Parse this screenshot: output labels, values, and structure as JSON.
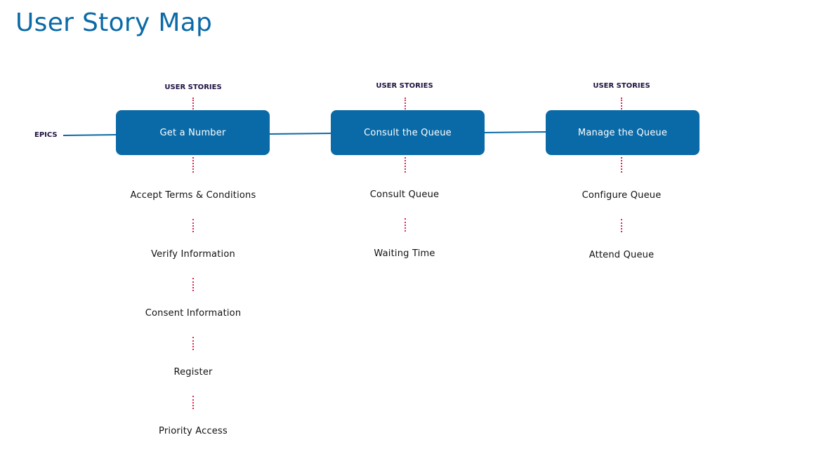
{
  "title": "User Story Map",
  "epics_label": "EPICS",
  "columns": [
    {
      "stories_label": "USER STORIES",
      "epic": "Get a Number",
      "stories": [
        "Accept Terms & Conditions",
        "Verify Information",
        "Consent Information",
        "Register",
        "Priority Access"
      ]
    },
    {
      "stories_label": "USER STORIES",
      "epic": "Consult the Queue",
      "stories": [
        "Consult Queue",
        "Waiting Time"
      ]
    },
    {
      "stories_label": "USER STORIES",
      "epic": "Manage the Queue",
      "stories": [
        "Configure Queue",
        "Attend Queue"
      ]
    }
  ],
  "colors": {
    "accent": "#0a6aa7",
    "dotted_connector": "#e0234e",
    "label": "#1f1140"
  }
}
